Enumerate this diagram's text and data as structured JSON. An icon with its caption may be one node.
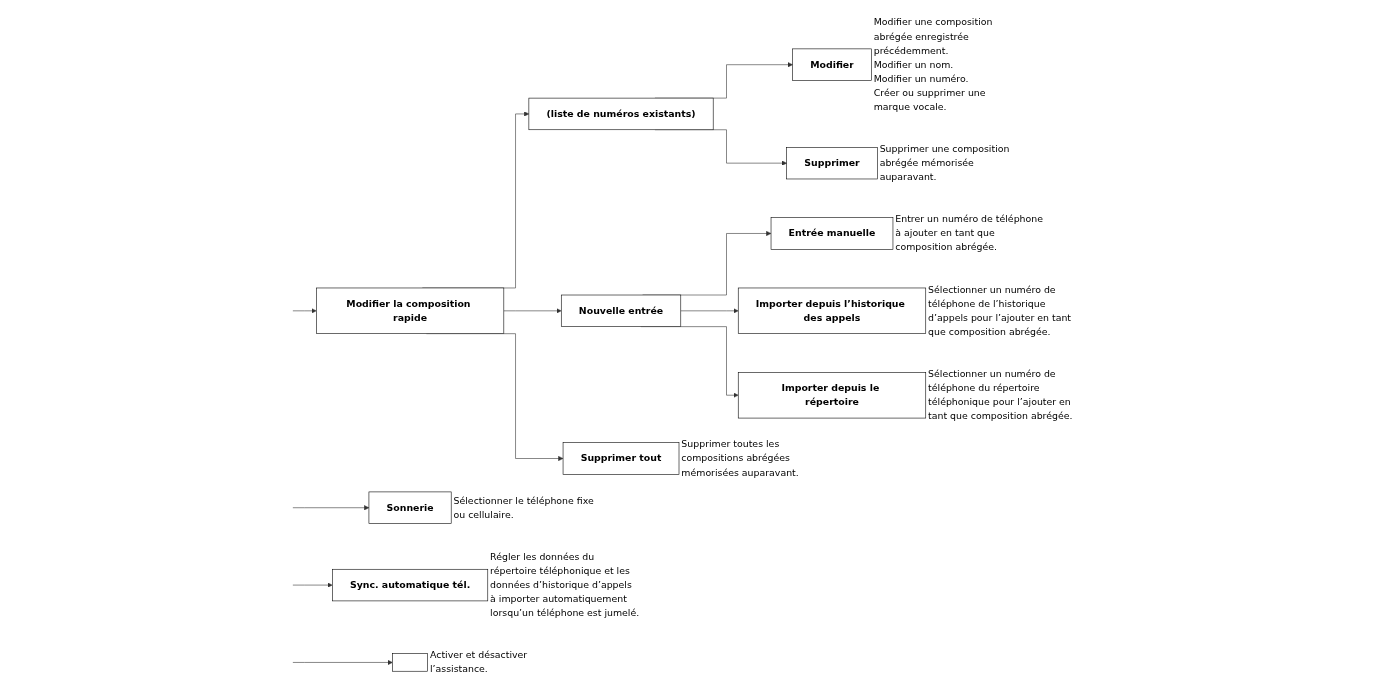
{
  "diagram": {
    "nodes": [
      {
        "text": [
          "Modifier la composition rapide"
        ]
      },
      {
        "text": [
          "(liste de numéros existants)"
        ]
      },
      {
        "text": [
          "Modifier"
        ],
        "beside": [
          "Modifier une composition abrégée enregistrée précédemment.",
          "Modifier un nom.",
          "Modifier un numéro.",
          "Créer ou supprimer une marque vocale."
        ]
      },
      {
        "text": [
          "Supprimer"
        ],
        "beside": [
          "Supprimer une composition abrégée mémorisée auparavant."
        ]
      },
      {
        "text": [
          "Nouvelle entrée"
        ]
      },
      {
        "text": [
          "Entrée manuelle"
        ],
        "beside": [
          "Entrer un numéro de téléphone à ajouter en tant que composition abrégée."
        ]
      },
      {
        "text": [
          "Importer depuis l’historique des appels"
        ],
        "beside": [
          "Sélectionner un numéro de téléphone de l’historique d’appels pour l’ajouter en tant que composition abrégée."
        ]
      },
      {
        "text": [
          "Importer depuis le répertoire"
        ],
        "beside": [
          "Sélectionner un numéro de téléphone du répertoire téléphonique pour l’ajouter en tant que composition abrégée."
        ]
      },
      {
        "text": [
          "Supprimer tout"
        ],
        "beside": [
          "Supprimer toutes les compositions abrégées mémorisées auparavant."
        ]
      },
      {
        "text": [
          "Sonnerie"
        ],
        "beside": [
          "Sélectionner le téléphone fixe ou cellulaire."
        ]
      },
      {
        "text": [
          "Sync. automatique tél."
        ],
        "beside": [
          "Régler les données du répertoire téléphonique et les données d’historique d’appels à importer automatiquement lorsqu’un téléphone est jumelé."
        ]
      },
      {
        "text": [],
        "shape": "box",
        "beside": [
          "Activer et désactiver l’assistance."
        ]
      }
    ],
    "edges": [
      {
        "from": null,
        "to": 0,
        "arrow": "to"
      },
      {
        "from": 0,
        "to": 1,
        "arrow": "to"
      },
      {
        "from": 1,
        "to": 2,
        "arrow": "to"
      },
      {
        "from": 1,
        "to": 3,
        "arrow": "to"
      },
      {
        "from": 0,
        "to": 4,
        "arrow": "to"
      },
      {
        "from": 4,
        "to": 5,
        "arrow": "to"
      },
      {
        "from": 4,
        "to": 6,
        "arrow": "to"
      },
      {
        "from": 4,
        "to": 7,
        "arrow": "to"
      },
      {
        "from": 0,
        "to": 8,
        "arrow": "to"
      },
      {
        "from": null,
        "to": 9,
        "arrow": "to"
      },
      {
        "from": null,
        "to": 10,
        "arrow": "to"
      },
      {
        "from": null,
        "to": 11,
        "arrow": "to"
      }
    ]
  }
}
